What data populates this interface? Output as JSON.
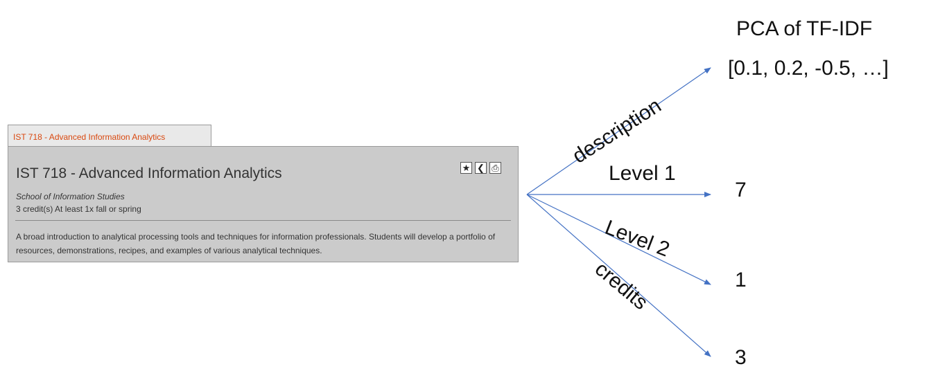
{
  "course_card": {
    "tab_label": "IST 718 - Advanced Information Analytics",
    "title": "IST 718 - Advanced Information Analytics",
    "school": "School of Information Studies",
    "credits_line": "3 credit(s) At least 1x fall or spring",
    "description": "A broad introduction to analytical processing tools and techniques for information professionals. Students will develop a portfolio of resources, demonstrations, recipes, and examples of various analytical techniques.",
    "icons": [
      "star-icon",
      "share-icon",
      "print-icon"
    ]
  },
  "diagram": {
    "edge_color": "#4472c4",
    "edges": [
      {
        "label": "description",
        "output": "[0.1, 0.2, -0.5, …]",
        "output_title": "PCA of TF-IDF"
      },
      {
        "label": "Level 1",
        "output": "7"
      },
      {
        "label": "Level 2",
        "output": "1"
      },
      {
        "label": "credits",
        "output": "3"
      }
    ]
  }
}
